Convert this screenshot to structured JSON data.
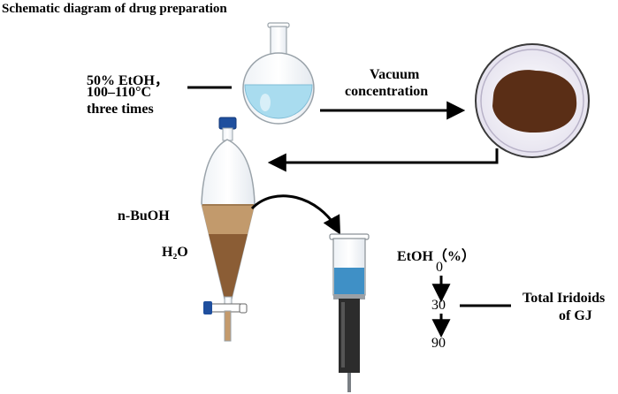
{
  "title": "Schematic diagram of drug preparation",
  "extraction": {
    "line1": "50% EtOH，",
    "line2": "100–110°C",
    "line3": "three times"
  },
  "concentration": {
    "line1": "Vacuum",
    "line2": "concentration"
  },
  "funnel": {
    "upper_layer": "n-BuOH",
    "lower_layer": "H₂O"
  },
  "column": {
    "eluent": "EtOH（%）",
    "steps": [
      "0",
      "30",
      "90"
    ]
  },
  "product": {
    "line1": "Total Iridoids",
    "line2": "of GJ"
  },
  "colors": {
    "flask_liquid": "#a9dcef",
    "extract_brown": "#5a2e16",
    "butanol_layer": "#c29a6c",
    "water_layer": "#8b5d35",
    "column_blue": "#3f90c6",
    "column_dark": "#2c2c2c"
  }
}
